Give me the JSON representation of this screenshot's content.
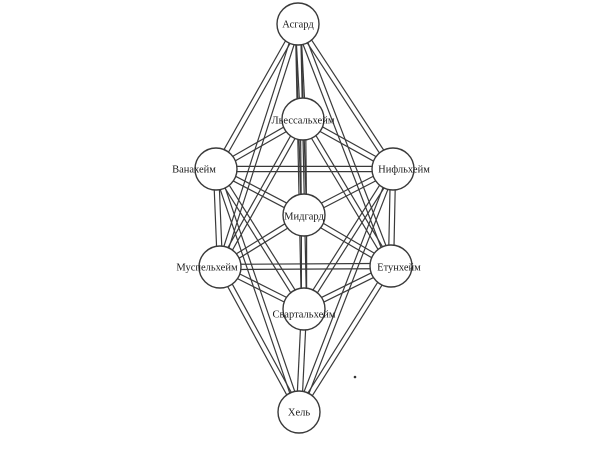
{
  "nodes": [
    {
      "id": "asgard",
      "label": "Асгард"
    },
    {
      "id": "lyossalfheim",
      "label": "Льессальхейм"
    },
    {
      "id": "vanaheim",
      "label": "Ванахейм"
    },
    {
      "id": "niflheim",
      "label": "Нифльхейм"
    },
    {
      "id": "midgard",
      "label": "Мидгард"
    },
    {
      "id": "muspelheim",
      "label": "Муспельхейм"
    },
    {
      "id": "jotunheim",
      "label": "Етунхейм"
    },
    {
      "id": "svartalfheim",
      "label": "Свартальхейм"
    },
    {
      "id": "hel",
      "label": "Хель"
    }
  ],
  "edges": [
    [
      "asgard",
      "lyossalfheim"
    ],
    [
      "asgard",
      "vanaheim"
    ],
    [
      "asgard",
      "niflheim"
    ],
    [
      "asgard",
      "midgard"
    ],
    [
      "asgard",
      "muspelheim"
    ],
    [
      "asgard",
      "jotunheim"
    ],
    [
      "asgard",
      "svartalfheim"
    ],
    [
      "lyossalfheim",
      "vanaheim"
    ],
    [
      "lyossalfheim",
      "niflheim"
    ],
    [
      "lyossalfheim",
      "midgard"
    ],
    [
      "lyossalfheim",
      "muspelheim"
    ],
    [
      "lyossalfheim",
      "jotunheim"
    ],
    [
      "vanaheim",
      "niflheim"
    ],
    [
      "vanaheim",
      "midgard"
    ],
    [
      "vanaheim",
      "muspelheim"
    ],
    [
      "vanaheim",
      "svartalfheim"
    ],
    [
      "vanaheim",
      "hel"
    ],
    [
      "niflheim",
      "midgard"
    ],
    [
      "niflheim",
      "jotunheim"
    ],
    [
      "niflheim",
      "svartalfheim"
    ],
    [
      "niflheim",
      "hel"
    ],
    [
      "midgard",
      "muspelheim"
    ],
    [
      "midgard",
      "jotunheim"
    ],
    [
      "midgard",
      "svartalfheim"
    ],
    [
      "muspelheim",
      "jotunheim"
    ],
    [
      "muspelheim",
      "svartalfheim"
    ],
    [
      "muspelheim",
      "hel"
    ],
    [
      "jotunheim",
      "svartalfheim"
    ],
    [
      "jotunheim",
      "hel"
    ],
    [
      "svartalfheim",
      "hel"
    ]
  ]
}
